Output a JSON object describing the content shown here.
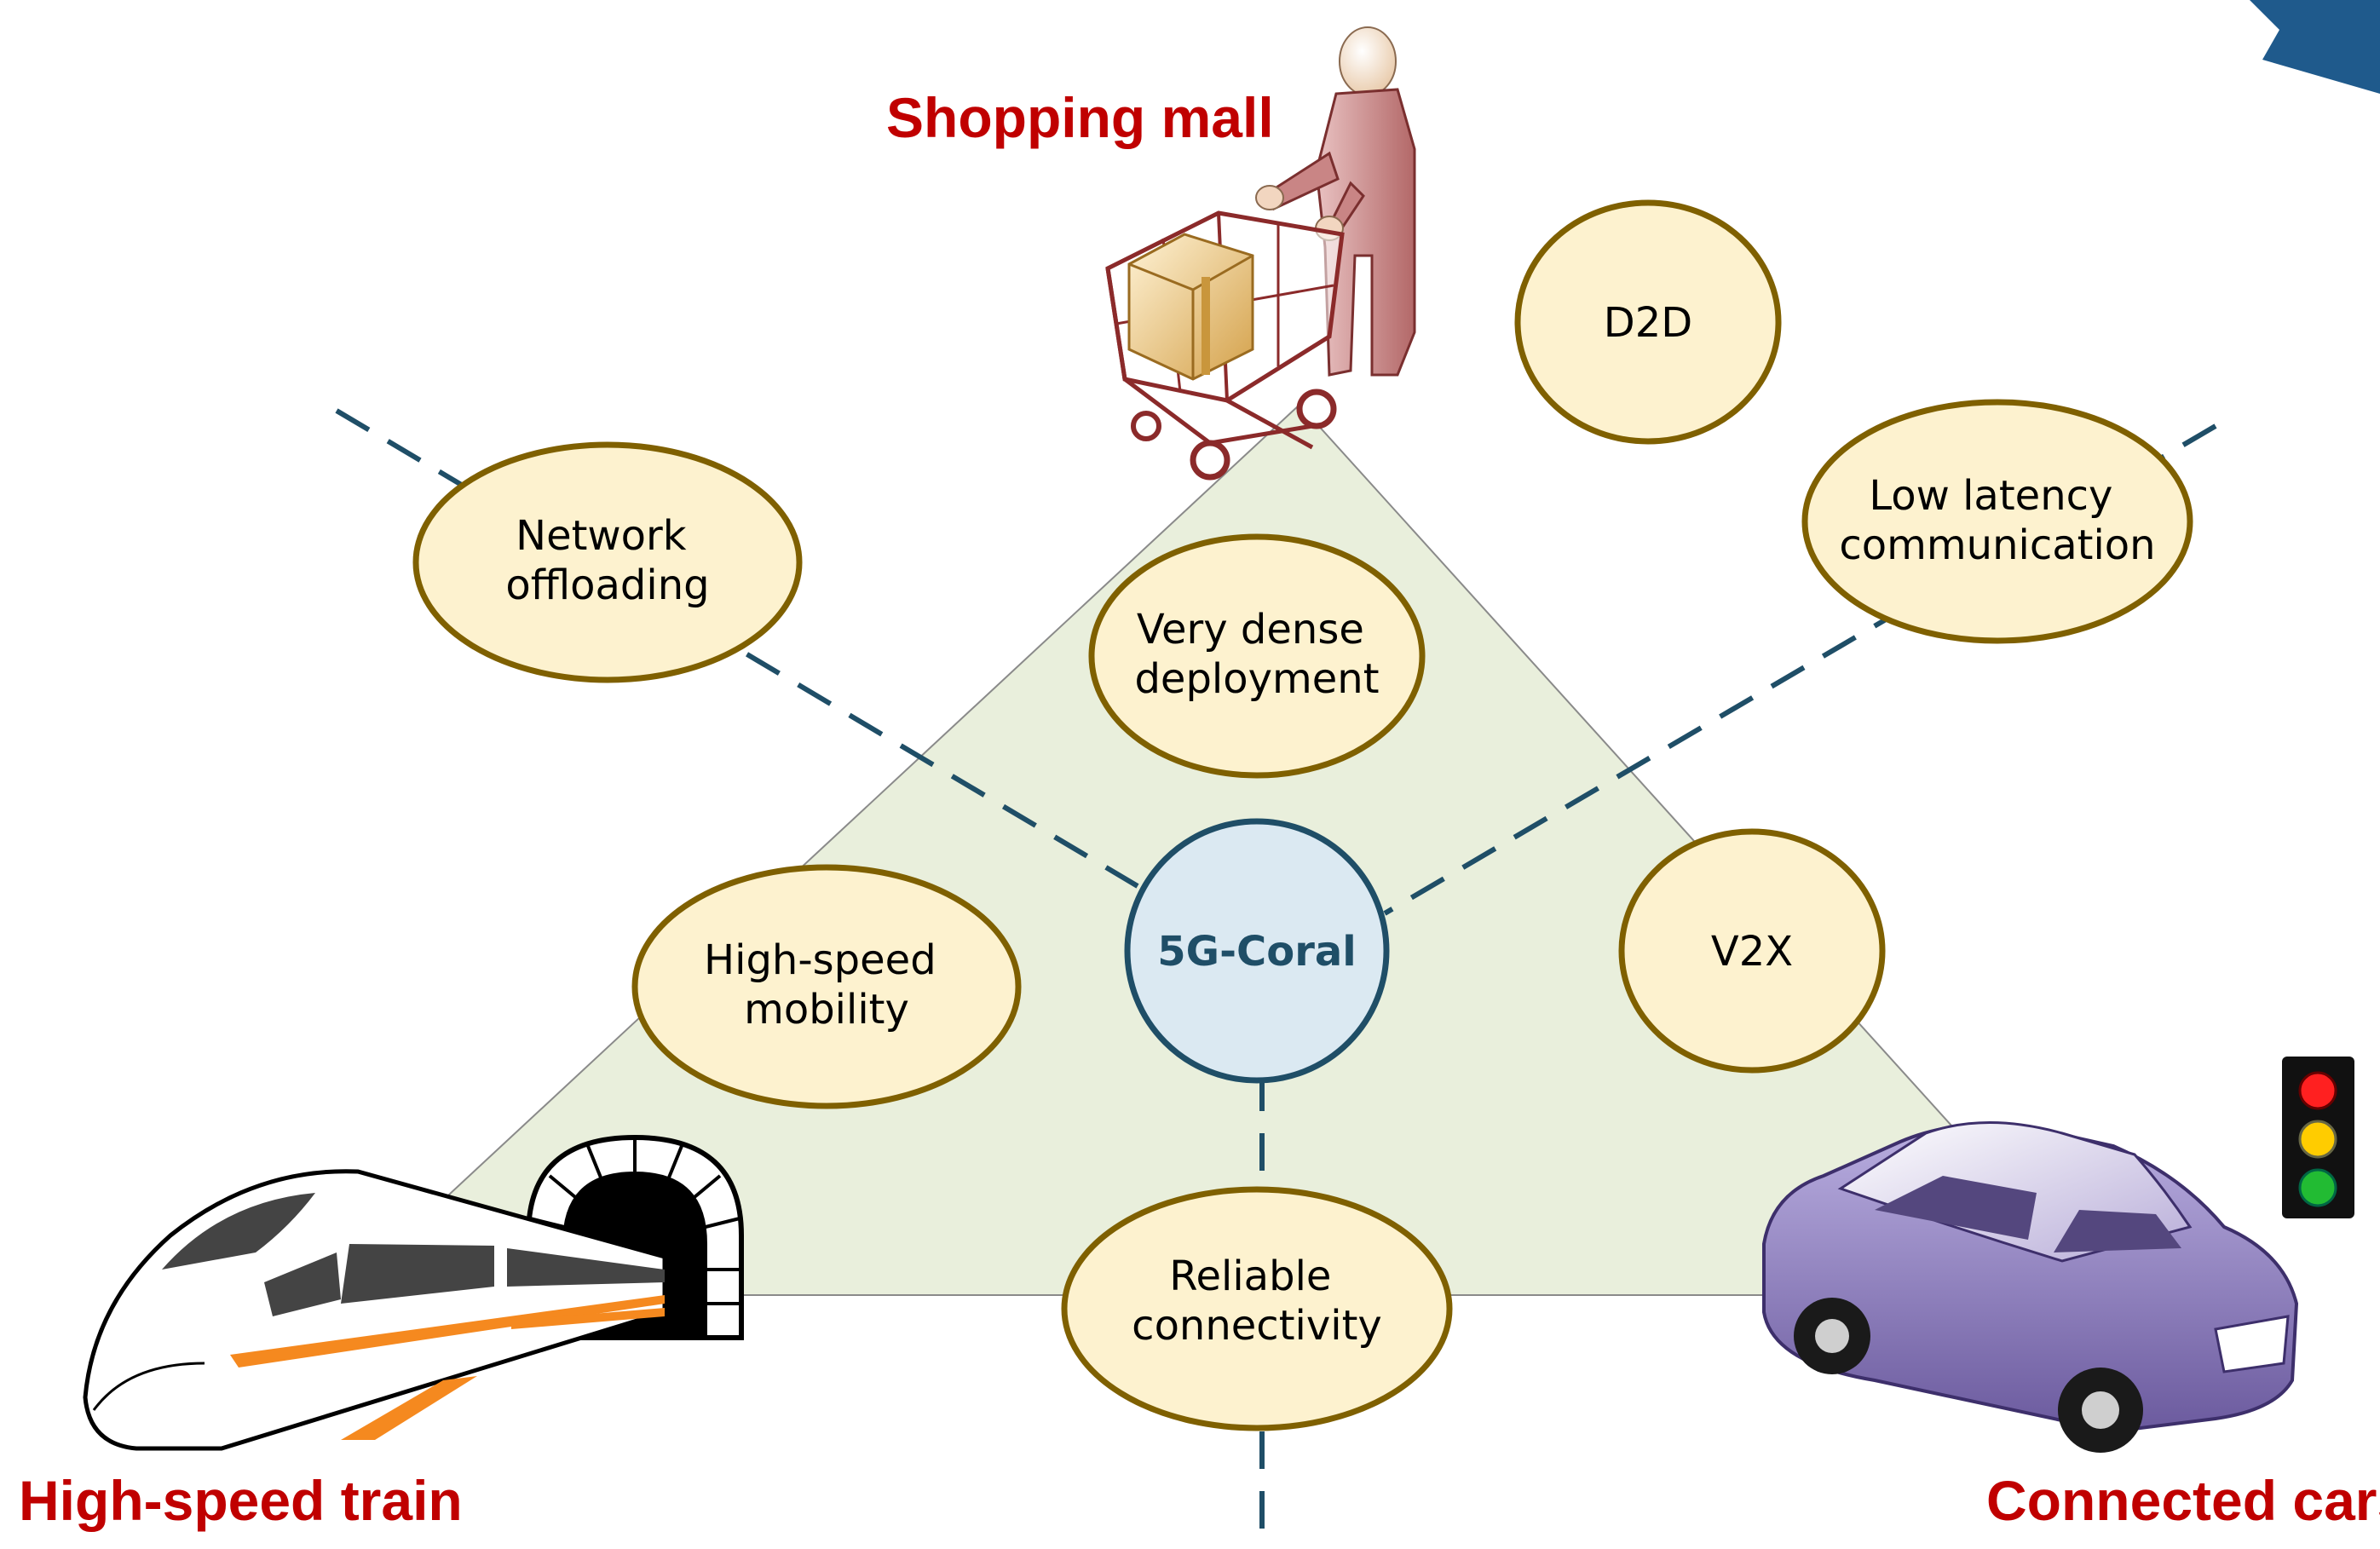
{
  "center": {
    "label": "5G-Coral"
  },
  "scenarios": {
    "shopping_mall": "Shopping mall",
    "high_speed_train": "High-speed train",
    "connected_cars": "Connected cars"
  },
  "features": [
    {
      "id": "network-offloading",
      "lines": [
        "Network",
        "offloading"
      ]
    },
    {
      "id": "very-dense-deployment",
      "lines": [
        "Very dense",
        "deployment"
      ]
    },
    {
      "id": "d2d",
      "lines": [
        "D2D"
      ]
    },
    {
      "id": "low-latency-communication",
      "lines": [
        "Low latency",
        "communication"
      ]
    },
    {
      "id": "high-speed-mobility",
      "lines": [
        "High-speed",
        "mobility"
      ]
    },
    {
      "id": "v2x",
      "lines": [
        "V2X"
      ]
    },
    {
      "id": "reliable-connectivity",
      "lines": [
        "Reliable",
        "connectivity"
      ]
    }
  ],
  "colors": {
    "triangle_fill": "#e9efdc",
    "triangle_stroke": "#8a8a8a",
    "oval_fill": "#fdf2cf",
    "oval_stroke": "#7f6000",
    "center_fill": "#dbe9f2",
    "center_stroke": "#1f4e67",
    "center_text": "#1f4e67",
    "dash": "#1f4e67",
    "scenario_text": "#c00000"
  },
  "icons": {
    "shopper": "shopper-cart-icon",
    "train": "high-speed-train-icon",
    "tunnel": "tunnel-icon",
    "car": "car-icon",
    "traffic_light": "traffic-light-icon",
    "corner_banner": "corner-banner-icon"
  }
}
